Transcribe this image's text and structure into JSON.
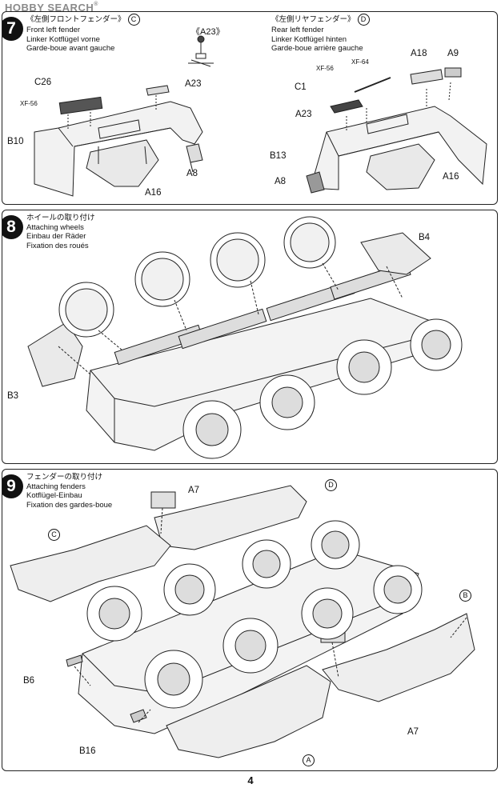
{
  "watermark": {
    "text": "HOBBY SEARCH",
    "reg": "®"
  },
  "page_number": "4",
  "steps": [
    {
      "number": "7",
      "left": {
        "jp": "《左側フロントフェンダー》",
        "en": "Front left fender",
        "de": "Linker Kotflügel vorne",
        "fr": "Garde-boue avant gauche",
        "marker": "C"
      },
      "right": {
        "jp": "《左側リヤフェンダー》",
        "en": "Rear left fender",
        "de": "Linker Kotflügel hinten",
        "fr": "Garde-boue arrière gauche",
        "marker": "D"
      },
      "labels": {
        "a23_box": "《A23》",
        "c26": "C26",
        "xf56_a": "XF-56",
        "a23_a": "A23",
        "b10": "B10",
        "a8_a": "A8",
        "a16_a": "A16",
        "xf56_b": "XF-56",
        "xf64": "XF-64",
        "c1": "C1",
        "a23_b": "A23",
        "a18": "A18",
        "a9": "A9",
        "b13": "B13",
        "a8_b": "A8",
        "a16_b": "A16"
      }
    },
    {
      "number": "8",
      "jp": "ホイールの取り付け",
      "en": "Attaching wheels",
      "de": "Einbau der Räder",
      "fr": "Fixation des roués",
      "labels": {
        "b4": "B4",
        "b3": "B3"
      }
    },
    {
      "number": "9",
      "jp": "フェンダーの取り付け",
      "en": "Attaching fenders",
      "de": "Kotflügel-Einbau",
      "fr": "Fixation des gardes-boue",
      "labels": {
        "a7_a": "A7",
        "d": "D",
        "c": "C",
        "b": "B",
        "b6": "B6",
        "b16": "B16",
        "a7_b": "A7",
        "a": "A"
      }
    }
  ]
}
